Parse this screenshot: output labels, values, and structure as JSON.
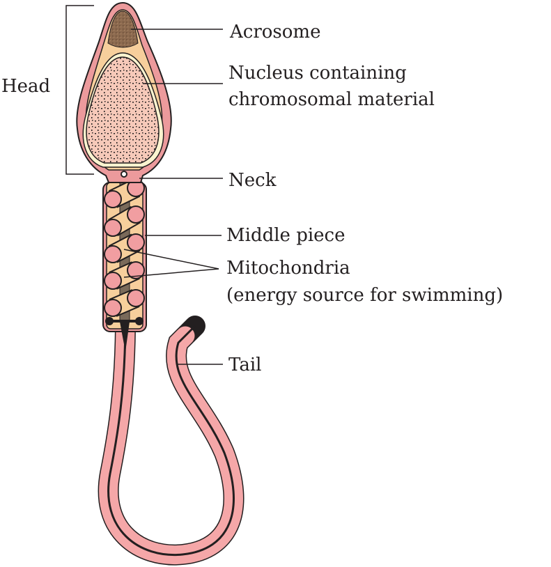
{
  "title": "Structure of a sperm",
  "labels": {
    "head": "Head",
    "acrosome": "Acrosome",
    "nucleus_line1": "Nucleus containing",
    "nucleus_line2": "chromosomal material",
    "neck": "Neck",
    "middle_piece": "Middle piece",
    "mitochondria_line1": "Mitochondria",
    "mitochondria_line2": "(energy source for swimming)",
    "tail": "Tail"
  },
  "colors": {
    "outline": "#231f20",
    "membrane_pink": "#ec9a9c",
    "tail_pink": "#f5a7a8",
    "cytoplasm": "#f7cf9c",
    "acrosome": "#8c6a4f",
    "nucleus": "#f6c9b9",
    "mito_end": "#f19ea1"
  }
}
